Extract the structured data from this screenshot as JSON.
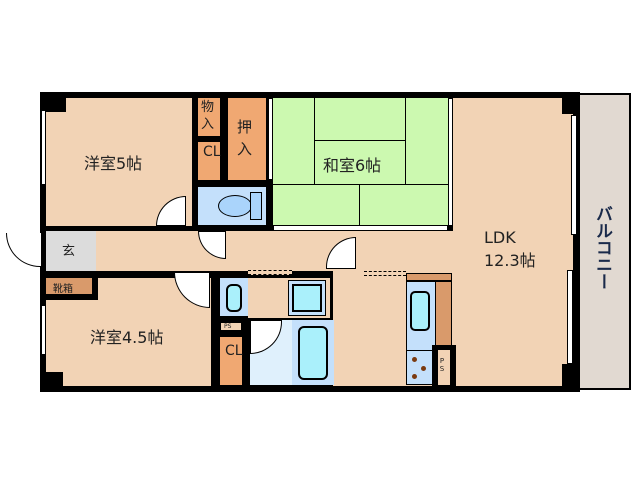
{
  "floorplan": {
    "rooms": {
      "western_room_1": {
        "label": "洋室5帖"
      },
      "western_room_2": {
        "label": "洋室4.5帖"
      },
      "japanese_room": {
        "label": "和室6帖"
      },
      "ldk": {
        "label_line1": "LDK",
        "label_line2": "12.3帖"
      },
      "balcony": {
        "label": "バルコニー"
      },
      "entrance": {
        "label": "玄"
      },
      "storage": {
        "label": "物入"
      },
      "oshiire": {
        "label": "押入"
      },
      "closet_1": {
        "label": "CL"
      },
      "closet_2": {
        "label": "CL"
      },
      "shoe_box": {
        "label": "靴箱"
      },
      "pipe_space_1": {
        "label": "PS"
      },
      "pipe_space_2": {
        "label": "PS"
      }
    },
    "colors": {
      "room": "#f2d3b5",
      "tatami": "#ccf9b0",
      "closet": "#f0a872",
      "wet_area": "#c4e0fb",
      "balcony": "#e1d9d1",
      "wall": "#000000"
    }
  }
}
